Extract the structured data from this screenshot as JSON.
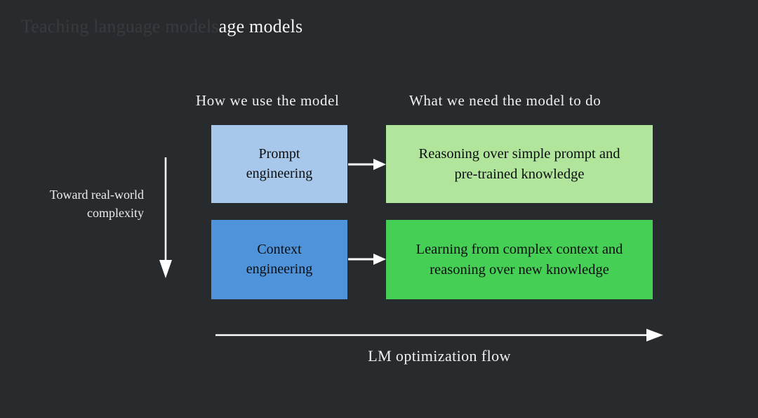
{
  "slide": {
    "background_color": "#272b2e",
    "title": {
      "faded_prefix": "Teaching language models",
      "visible_suffix": "age models",
      "text_color": "#f4f4f4"
    }
  },
  "columns": {
    "left_header": "How we use the model",
    "right_header": "What we need the model to do"
  },
  "rows": [
    {
      "method": "Prompt\nengineering",
      "method_line1": "Prompt",
      "method_line2": "engineering",
      "method_color": "#a7c8ea",
      "requirement": "Reasoning over simple prompt and pre-trained knowledge",
      "requirement_line1": "Reasoning over simple prompt and",
      "requirement_line2": "pre-trained knowledge",
      "requirement_color": "#b0e59b",
      "connector": "arrow-right"
    },
    {
      "method": "Context\nengineering",
      "method_line1": "Context",
      "method_line2": "engineering",
      "method_color": "#4f94db",
      "requirement": "Learning from complex context and reasoning over new knowledge",
      "requirement_line1": "Learning from complex context and",
      "requirement_line2": "reasoning over new knowledge",
      "requirement_color": "#46cf55",
      "connector": "arrow-right"
    }
  ],
  "axes": {
    "vertical": {
      "label_line1": "Toward real-world",
      "label_line2": "complexity",
      "direction": "down",
      "color": "#ffffff"
    },
    "horizontal": {
      "label": "LM optimization flow",
      "direction": "right",
      "color": "#ffffff"
    }
  }
}
